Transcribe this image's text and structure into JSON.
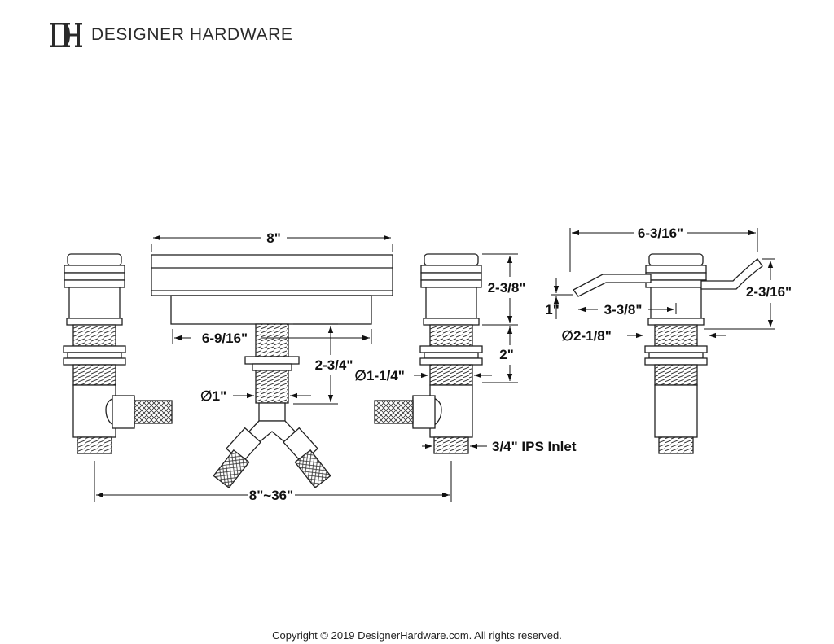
{
  "header": {
    "brand_name": "DESIGNER HARDWARE",
    "logo_mark_letters": "DH"
  },
  "diagram": {
    "dimensions": {
      "spout_width": "8\"",
      "spout_depth": "6-9/16\"",
      "spout_height": "2-3/4\"",
      "spout_shank_diameter": "∅1\"",
      "handle_height_top": "2-3/8\"",
      "handle_height_bottom": "2\"",
      "handle_diameter": "∅1-1/4\"",
      "inlet": "3/4\" IPS Inlet",
      "spread": "8\"~36\"",
      "lever_length": "6-3/16\"",
      "lever_rise": "1\"",
      "lever_offset": "3-3/8\"",
      "flange_diameter": "∅2-1/8\"",
      "lever_height": "2-3/16\""
    }
  },
  "footer": {
    "copyright": "Copyright © 2019 DesignerHardware.com. All rights reserved."
  }
}
